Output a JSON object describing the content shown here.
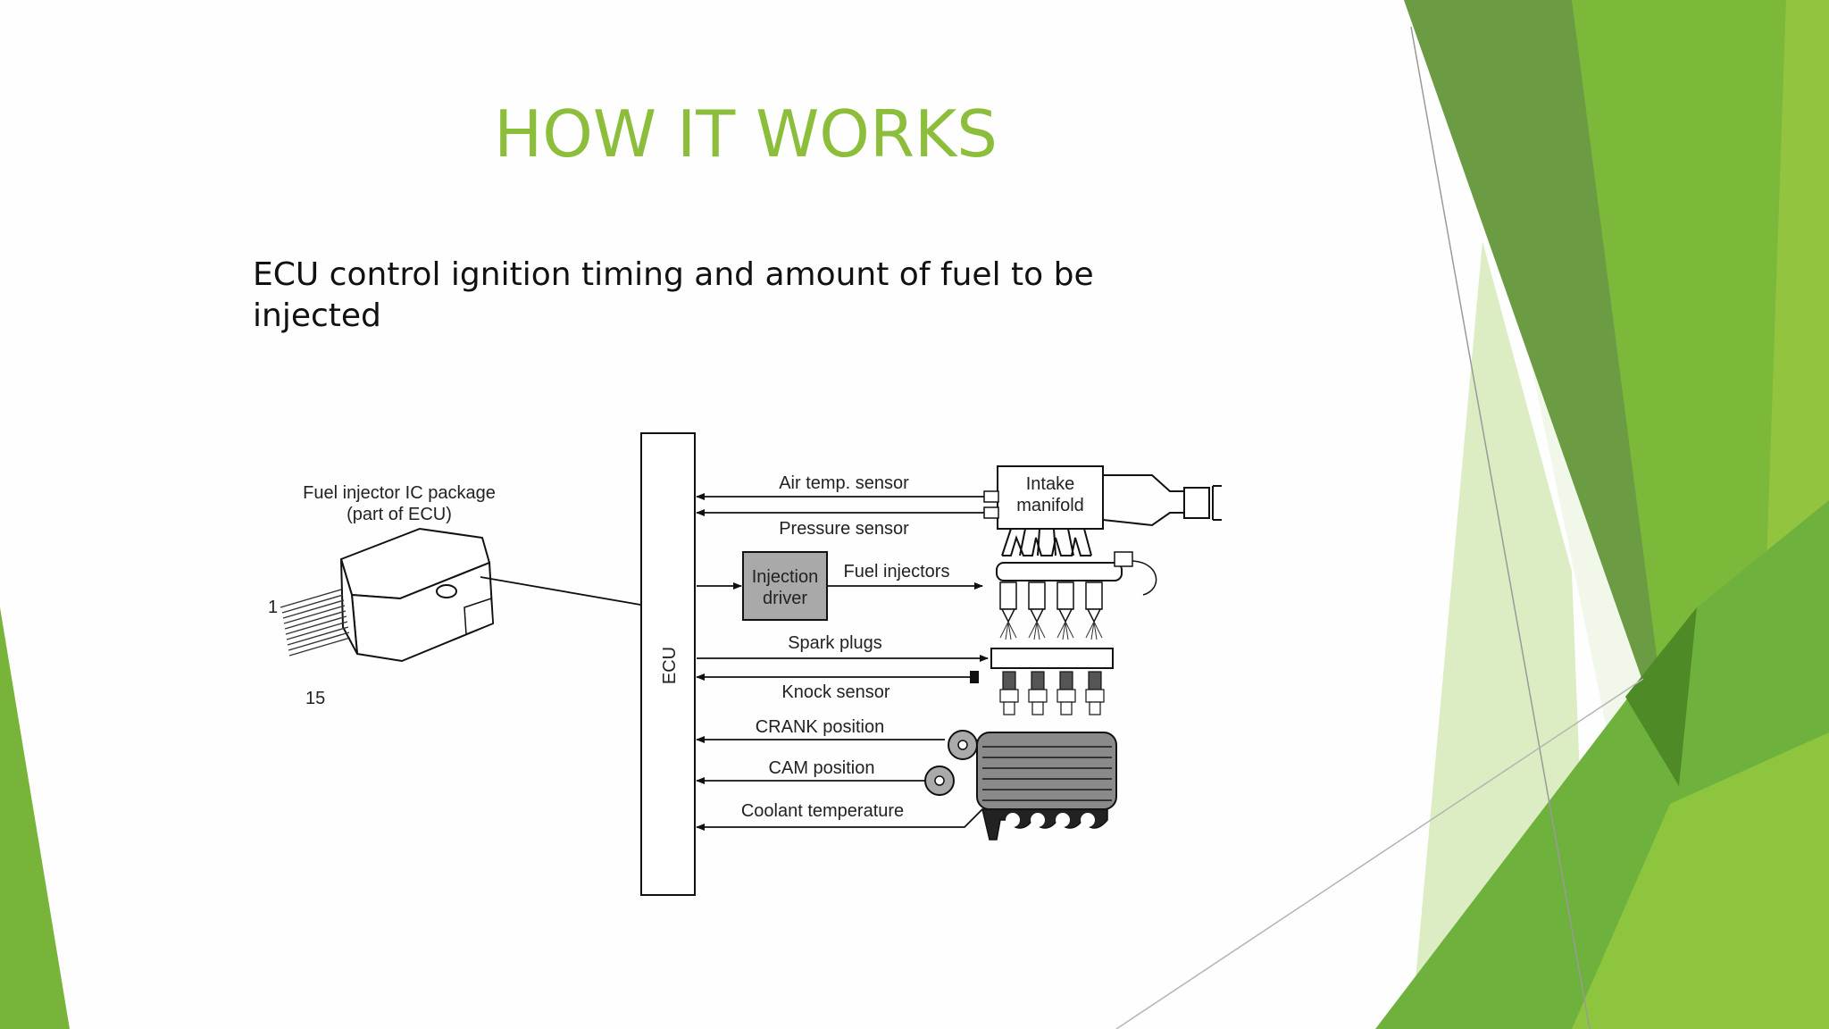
{
  "slide": {
    "title": "HOW IT WORKS",
    "body_lines": [
      "ECU control ignition timing and amount of fuel to be",
      "injected"
    ]
  },
  "diagram": {
    "ic_package_label": [
      "Fuel injector IC package",
      "(part of ECU)"
    ],
    "pin_first": "1",
    "pin_last": "15",
    "ecu_label": "ECU",
    "injection_driver": [
      "Injection",
      "driver"
    ],
    "intake_manifold": [
      "Intake",
      "manifold"
    ],
    "signals": {
      "air_temp": "Air temp. sensor",
      "pressure": "Pressure sensor",
      "fuel_injectors": "Fuel injectors",
      "spark_plugs": "Spark plugs",
      "knock": "Knock sensor",
      "crank": "CRANK position",
      "cam": "CAM position",
      "coolant": "Coolant temperature"
    }
  },
  "colors": {
    "title": "#8cbe3c",
    "accent_dark": "#5d9a2e",
    "accent_mid": "#79b43a",
    "accent_light": "#c9e39e",
    "driver_fill": "#a9a9a9",
    "engine_fill": "#8a8a8a"
  }
}
